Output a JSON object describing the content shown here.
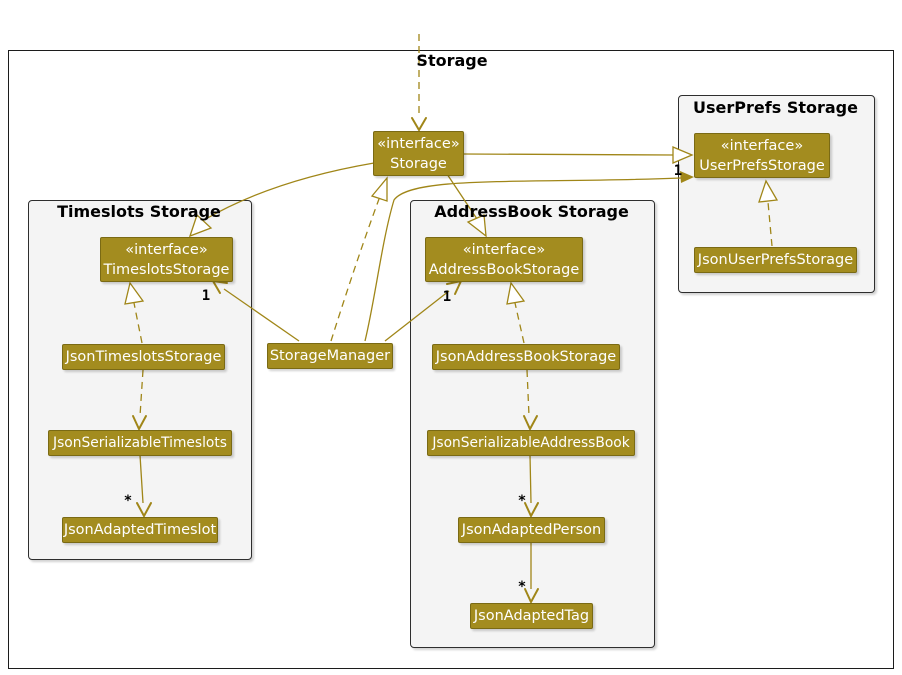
{
  "diagram": {
    "title": "Storage",
    "colors": {
      "node_fill": "#A38C1F",
      "node_border": "#7A6A14",
      "node_text": "#FEFEFE",
      "edge": "#A08618",
      "package_bg": "#F4F4F4",
      "package_border": "#2E2E2E",
      "label_text": "#000000"
    }
  },
  "packages": {
    "timeslots": {
      "title": "Timeslots Storage"
    },
    "addressbook": {
      "title": "AddressBook Storage"
    },
    "userprefs": {
      "title": "UserPrefs Storage"
    }
  },
  "nodes": {
    "storage": {
      "stereotype": "«interface»",
      "name": "Storage"
    },
    "storage_manager": {
      "name": "StorageManager"
    },
    "timeslots_storage": {
      "stereotype": "«interface»",
      "name": "TimeslotsStorage"
    },
    "json_timeslots_storage": {
      "name": "JsonTimeslotsStorage"
    },
    "json_serializable_timeslots": {
      "name": "JsonSerializableTimeslots"
    },
    "json_adapted_timeslot": {
      "name": "JsonAdaptedTimeslot"
    },
    "addressbook_storage": {
      "stereotype": "«interface»",
      "name": "AddressBookStorage"
    },
    "json_addressbook_storage": {
      "name": "JsonAddressBookStorage"
    },
    "json_serializable_addressbook": {
      "name": "JsonSerializableAddressBook"
    },
    "json_adapted_person": {
      "name": "JsonAdaptedPerson"
    },
    "json_adapted_tag": {
      "name": "JsonAdaptedTag"
    },
    "userprefs_storage": {
      "stereotype": "«interface»",
      "name": "UserPrefsStorage"
    },
    "json_userprefs_storage": {
      "name": "JsonUserPrefsStorage"
    }
  },
  "multiplicities": {
    "manager_to_timeslots": "1",
    "manager_to_addressbook": "1",
    "manager_to_userprefs": "1",
    "serializable_to_adapted_timeslot": "*",
    "serializable_to_adapted_person": "*",
    "person_to_tag": "*"
  }
}
